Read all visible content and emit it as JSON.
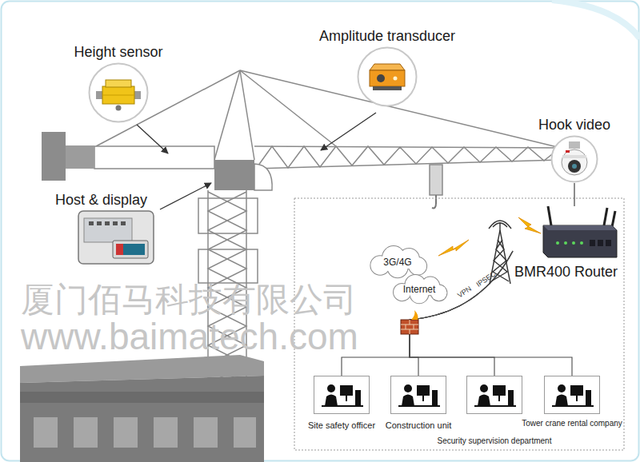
{
  "diagram": {
    "nodes": [
      {
        "text": [
          "Height sensor"
        ]
      },
      {
        "text": [
          "Amplitude transducer"
        ]
      },
      {
        "text": [
          "Hook video"
        ]
      },
      {
        "text": [
          "Host & display"
        ]
      },
      {
        "text": [
          "3G/4G"
        ]
      },
      {
        "text": [
          "Internet"
        ]
      },
      {
        "text": [
          "BMR400 Router"
        ]
      },
      {
        "text": [
          "Site safety officer"
        ]
      },
      {
        "text": [
          "Construction unit"
        ]
      },
      {
        "text": [
          "Security supervision department"
        ]
      },
      {
        "text": [
          "Tower crane rental company"
        ]
      }
    ],
    "edges": [
      {
        "from": 2,
        "to": 6,
        "arrow": "none"
      },
      {
        "from": 6,
        "to": 7,
        "arrow": "none"
      },
      {
        "from": 6,
        "to": 8,
        "arrow": "none"
      },
      {
        "from": 6,
        "to": 9,
        "arrow": "none"
      },
      {
        "from": 6,
        "to": 10,
        "arrow": "none"
      }
    ],
    "labels": [
      "VPN",
      "IPSEC",
      "厦门佰马科技有限公司",
      "www.baimatech.com"
    ]
  }
}
